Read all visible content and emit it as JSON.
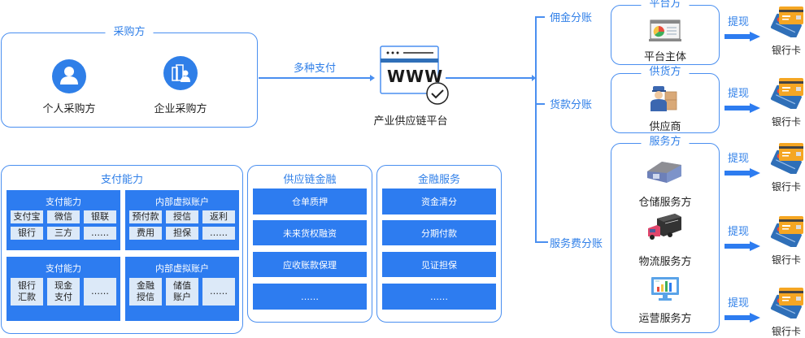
{
  "purchaser": {
    "title": "采购方",
    "items": [
      {
        "label": "个人采购方",
        "icon": "person-icon"
      },
      {
        "label": "企业采购方",
        "icon": "enterprise-icon"
      }
    ]
  },
  "payment_flow_label": "多种支付",
  "platform": {
    "icon_text": "WWW",
    "label": "产业供应链平台"
  },
  "payment_capability": {
    "title": "支付能力",
    "groups": [
      {
        "title": "支付能力",
        "chips": [
          "支付宝",
          "微信",
          "银联",
          "银行",
          "三方",
          "……"
        ]
      },
      {
        "title": "内部虚拟账户",
        "chips": [
          "预付款",
          "授信",
          "返利",
          "费用",
          "担保",
          "……"
        ]
      },
      {
        "title": "支付能力",
        "chips": [
          "银行\n汇款",
          "现金\n支付",
          "……"
        ]
      },
      {
        "title": "内部虚拟账户",
        "chips": [
          "金融\n授信",
          "储值\n账户",
          "……"
        ]
      }
    ]
  },
  "supply_chain_finance": {
    "title": "供应链金融",
    "items": [
      "仓单质押",
      "未来货权融资",
      "应收账款保理",
      "……"
    ]
  },
  "financial_services": {
    "title": "金融服务",
    "items": [
      "资金清分",
      "分期付款",
      "见证担保",
      "……"
    ]
  },
  "splits": [
    "佣金分账",
    "货款分账",
    "服务费分账"
  ],
  "recipients": [
    {
      "title": "平台方",
      "members": [
        {
          "label": "平台主体",
          "icon": "dashboard-monitor-icon"
        }
      ]
    },
    {
      "title": "供货方",
      "members": [
        {
          "label": "供应商",
          "icon": "supplier-icon"
        }
      ]
    },
    {
      "title": "服务方",
      "members": [
        {
          "label": "仓储服务方",
          "icon": "warehouse-icon"
        },
        {
          "label": "物流服务方",
          "icon": "truck-icon"
        },
        {
          "label": "运营服务方",
          "icon": "chart-monitor-icon"
        }
      ]
    }
  ],
  "withdraw_label": "提现",
  "bank_card_label": "银行卡",
  "colors": {
    "primary": "#2d7cf0",
    "line": "#4a8ff0",
    "chip_bg": "#dce9f8",
    "card_orange": "#f5a623",
    "card_blue": "#2f6fb8"
  }
}
